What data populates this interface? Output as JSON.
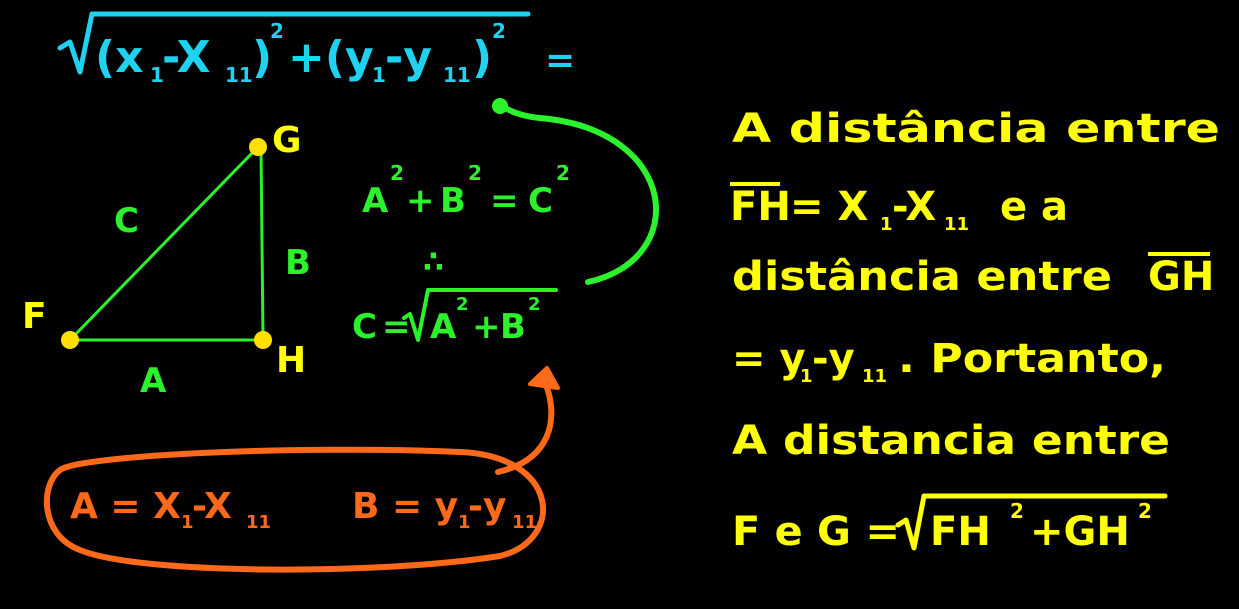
{
  "colors": {
    "background": "#000000",
    "cyan": "#1fd3f0",
    "green": "#2bf22b",
    "yellow": "#ffff0a",
    "orange": "#ff6a1a",
    "vertex": "#ffe000"
  },
  "distance_formula": {
    "open_paren_x": "(x",
    "sub_1": "1",
    "minus_x": "-X",
    "sub_11": "11",
    "close_paren": ")",
    "exp": "2",
    "plus_paren_y": "+(y",
    "minus_y": "-y",
    "equals": "="
  },
  "triangle": {
    "vertex_f": "F",
    "vertex_g": "G",
    "vertex_h": "H",
    "side_a": "A",
    "side_b": "B",
    "side_c": "C"
  },
  "pythagoras": {
    "a": "A",
    "b": "B",
    "c": "C",
    "exp": "2",
    "plus": "+",
    "equals": "=",
    "therefore": "∴"
  },
  "legs": {
    "a_label": "A = X",
    "a_sub": "1",
    "a_minus": "-X",
    "a_sub2": "11",
    "b_label": "B = y",
    "b_sub": "1",
    "b_minus": "-y",
    "b_sub2": "11"
  },
  "explanation": {
    "line1": "A distância entre",
    "line2_fh": "FH",
    "line2_eq": "= X",
    "line2_sub1": "1",
    "line2_minus": "-X",
    "line2_sub2": "11",
    "line2_tail": "e a",
    "line3_text": "distância entre",
    "line3_gh": "GH",
    "line4_eq": "= y",
    "line4_sub1": "1",
    "line4_minus": "-y",
    "line4_sub2": "11",
    "line4_tail": ". Portanto,",
    "line5": "A distancia entre",
    "line6_start": "F e G =",
    "line6_fh": "FH",
    "line6_exp": "2",
    "line6_plus": "+GH",
    "line6_exp2": "2"
  }
}
